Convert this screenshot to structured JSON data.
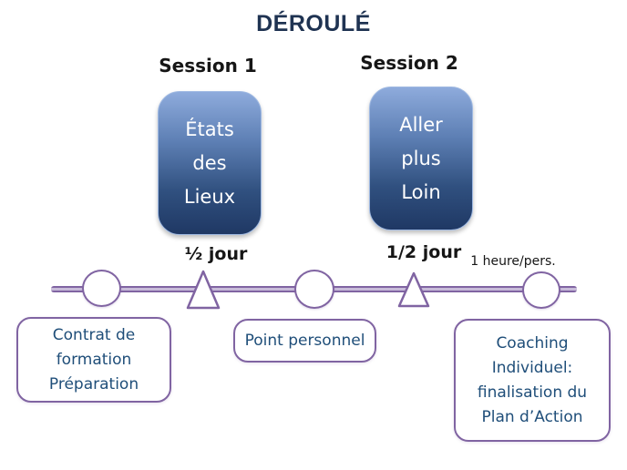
{
  "title": "DÉROULÉ",
  "colors": {
    "title_navy": "#1F3352",
    "session_box_gradient_top": "#8EABDC",
    "session_box_gradient_bottom": "#1F3864",
    "timeline_purple": "#8064A2",
    "timeline_inner": "#C8BBD9",
    "note_text_blue": "#1F4E79",
    "background": "#FFFFFF"
  },
  "sessions": [
    {
      "label": "Session 1",
      "box_text": "États\ndes\nLieux",
      "duration": "½ jour"
    },
    {
      "label": "Session 2",
      "box_text": "Aller\nplus\nLoin",
      "duration": "1/2 jour"
    }
  ],
  "timeline": {
    "per_person_label": "1 heure/pers.",
    "milestone_shapes": [
      "circle",
      "triangle",
      "circle",
      "triangle",
      "circle"
    ]
  },
  "notes": [
    {
      "text": "Contrat de\nformation\nPréparation"
    },
    {
      "text": "Point personnel"
    },
    {
      "text": "Coaching\nIndividuel:\nfinalisation du\nPlan d’Action"
    }
  ]
}
